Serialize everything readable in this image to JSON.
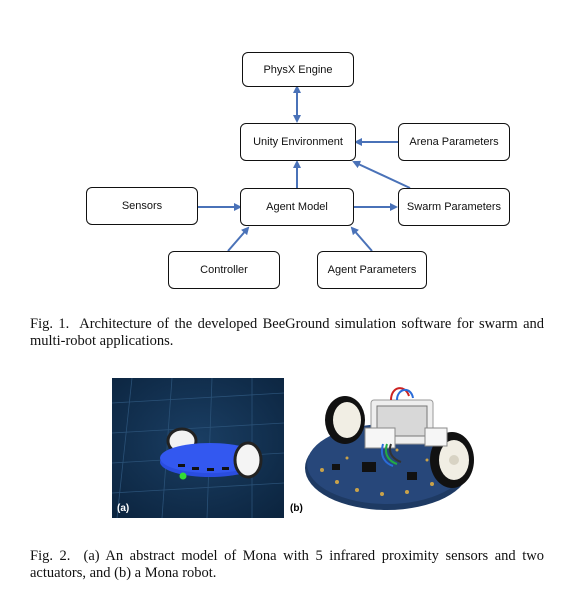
{
  "diagram": {
    "nodes": {
      "physx": "PhysX Engine",
      "unity": "Unity Environment",
      "arena": "Arena Parameters",
      "sensors": "Sensors",
      "agent_model": "Agent Model",
      "swarm": "Swarm Parameters",
      "controller": "Controller",
      "agent_params": "Agent Parameters"
    },
    "edge_color": "#4a72b8"
  },
  "fig1": {
    "label": "Fig. 1.",
    "text": "Architecture of the developed BeeGround simulation software for swarm and multi-robot applications."
  },
  "fig2": {
    "label": "Fig. 2.",
    "text": "(a) An abstract model of Mona with 5 infrared proximity sensors and two actuators, and (b) a Mona robot.",
    "panel_a_label": "(a)",
    "panel_b_label": "(b)"
  }
}
